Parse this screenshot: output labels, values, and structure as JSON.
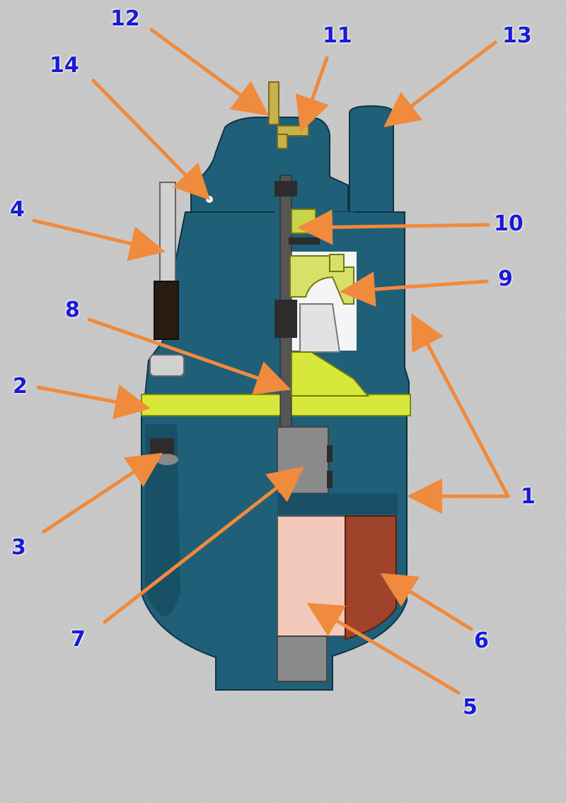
{
  "colors": {
    "body": "#1f5f78",
    "body_dark": "#164a5e",
    "gasket": "#d8e83a",
    "insert": "#c9d44a",
    "magnet": "#f2c9bb",
    "coil": "#a0432b",
    "core": "#8a8a8a",
    "rod": "#555555",
    "brass": "#c8b24a",
    "arrow": "#f08a3c",
    "label": "#1a1ad6"
  },
  "callouts": [
    {
      "id": "1",
      "text": "1"
    },
    {
      "id": "2",
      "text": "2"
    },
    {
      "id": "3",
      "text": "3"
    },
    {
      "id": "4",
      "text": "4"
    },
    {
      "id": "5",
      "text": "5"
    },
    {
      "id": "6",
      "text": "6"
    },
    {
      "id": "7",
      "text": "7"
    },
    {
      "id": "8",
      "text": "8"
    },
    {
      "id": "9",
      "text": "9"
    },
    {
      "id": "10",
      "text": "10"
    },
    {
      "id": "11",
      "text": "11"
    },
    {
      "id": "12",
      "text": "12"
    },
    {
      "id": "13",
      "text": "13"
    },
    {
      "id": "14",
      "text": "14"
    }
  ]
}
